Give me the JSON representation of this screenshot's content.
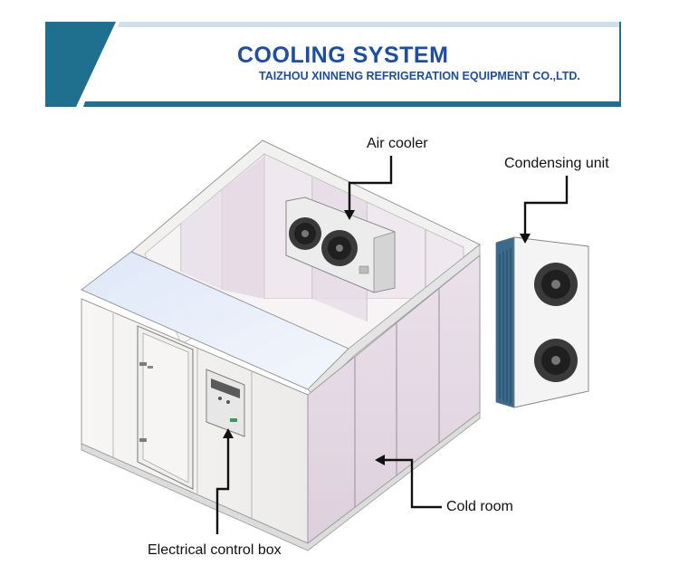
{
  "header": {
    "title": "COOLING SYSTEM",
    "subtitle": "TAIZHOU XINNENG REFRIGERATION EQUIPMENT CO.,LTD."
  },
  "labels": {
    "air_cooler": "Air cooler",
    "condensing_unit": "Condensing unit",
    "cold_room": "Cold room",
    "control_box": "Electrical control box"
  },
  "colors": {
    "brand_blue": "#1a4ea8",
    "banner_teal": "#1f6f8f",
    "panel_pink": "#e6dbe5",
    "panel_light": "#f4f2f1",
    "roof_blue": "#e4ecfa"
  }
}
